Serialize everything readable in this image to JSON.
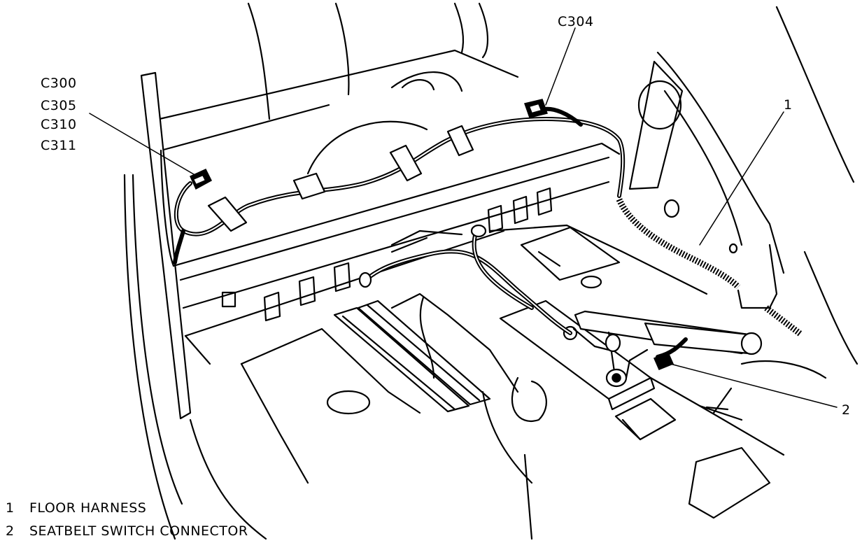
{
  "callouts": {
    "c300": "C300",
    "c305": "C305",
    "c310": "C310",
    "c311": "C311",
    "c304": "C304",
    "item1": "1",
    "item2": "2"
  },
  "legend": [
    {
      "number": "1",
      "text": "FLOOR HARNESS"
    },
    {
      "number": "2",
      "text": "SEATBELT SWITCH CONNECTOR"
    }
  ]
}
